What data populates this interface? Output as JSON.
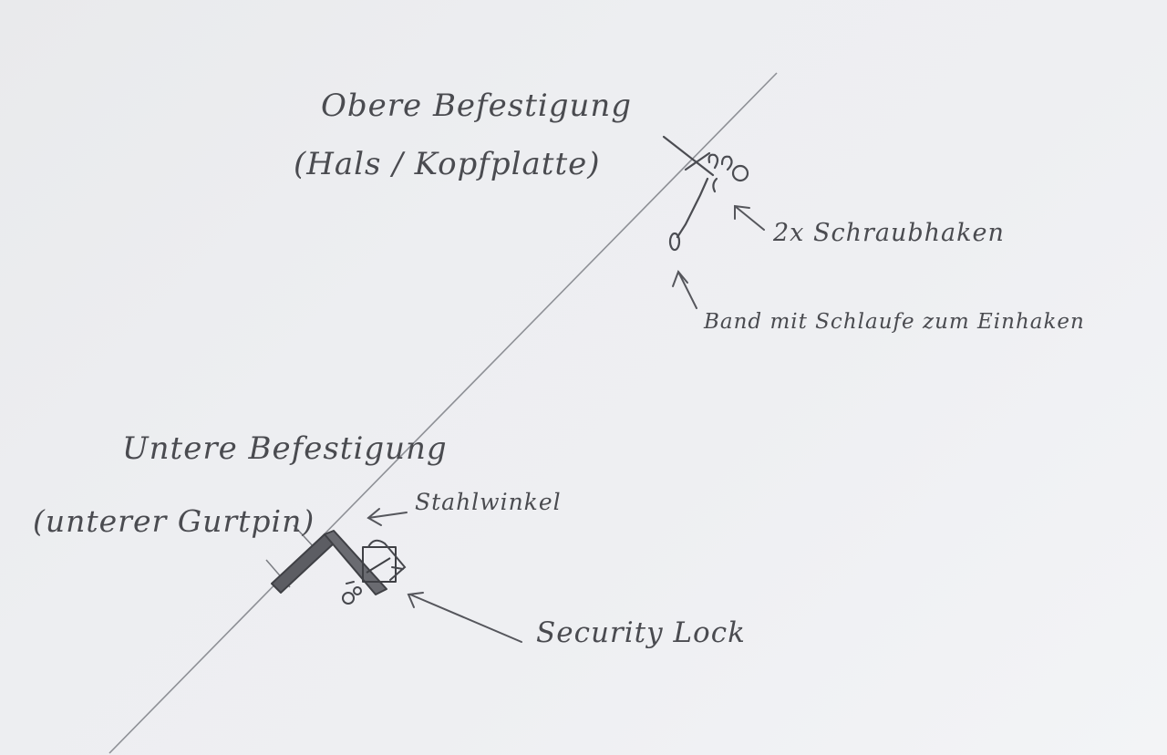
{
  "upper_mount": {
    "title": "Obere Befestigung",
    "subtitle": "(Hals / Kopfplatte)",
    "hooks_label": "2x Schraubhaken",
    "band_label": "Band mit Schlaufe zum Einhaken"
  },
  "lower_mount": {
    "title": "Untere Befestigung",
    "subtitle": "(unterer Gurtpin)",
    "angle_label": "Stahlwinkel",
    "lock_label": "Security Lock"
  },
  "colors": {
    "paper": "#eceef1",
    "pencil": "#55565c",
    "table": "#a89a80"
  },
  "icons": [
    "screw-hook-icon",
    "strap-loop-icon",
    "steel-angle-icon",
    "security-lock-icon",
    "arrow-icon"
  ]
}
